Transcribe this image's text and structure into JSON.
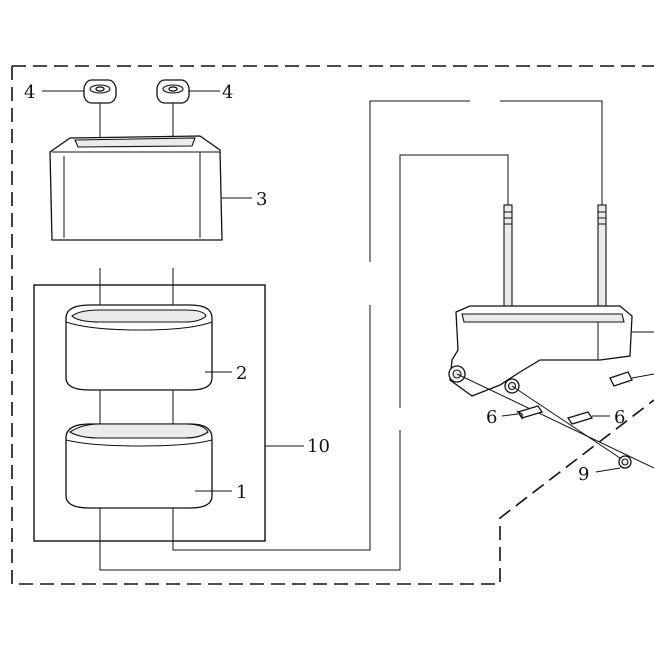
{
  "diagram": {
    "type": "exploded-parts-view",
    "callouts": {
      "c4_left": "4",
      "c4_right": "4",
      "c3": "3",
      "c2": "2",
      "c1": "1",
      "c10": "10",
      "c6_left": "6",
      "c6_right": "6",
      "c9": "9"
    }
  }
}
